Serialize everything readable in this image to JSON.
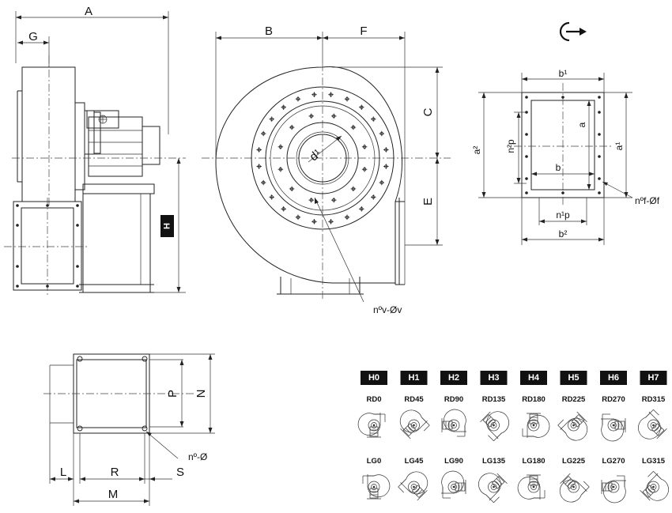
{
  "side_view": {
    "dim_a": "A",
    "dim_g": "G",
    "dim_h": "H"
  },
  "front_view": {
    "dim_b": "B",
    "dim_f": "F",
    "dim_c": "C",
    "dim_e": "E",
    "dim_d": "d¹",
    "hole_callout": "nºv-Øv"
  },
  "rotation_icon": "clockwise-rotation-icon",
  "outlet_flange": {
    "b1": "b¹",
    "b2": "b²",
    "b": "b",
    "a": "a",
    "a1": "a¹",
    "a2": "a²",
    "n1p": "n¹p",
    "n2p": "n²p",
    "hole_callout": "nºf-Øf"
  },
  "base_view": {
    "L": "L",
    "R": "R",
    "S": "S",
    "M": "M",
    "P": "P",
    "N": "N",
    "hole_callout": "nº-Ø"
  },
  "positions": {
    "codes": [
      "H0",
      "H1",
      "H2",
      "H3",
      "H4",
      "H5",
      "H6",
      "H7"
    ],
    "rd": [
      "RD0",
      "RD45",
      "RD90",
      "RD135",
      "RD180",
      "RD225",
      "RD270",
      "RD315"
    ],
    "lg": [
      "LG0",
      "LG45",
      "LG90",
      "LG135",
      "LG180",
      "LG225",
      "LG270",
      "LG315"
    ]
  },
  "colors": {
    "badge": "#111111",
    "line": "#222222"
  }
}
